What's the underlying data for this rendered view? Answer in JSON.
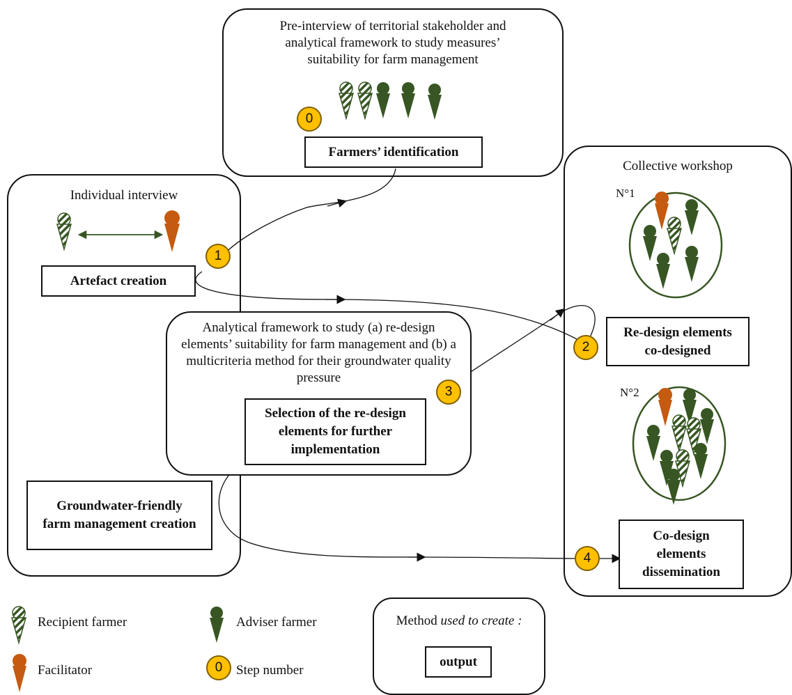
{
  "colors": {
    "adviser": "#375623",
    "recipient": "#375623",
    "facilitator": "#c55a11",
    "step_fill": "#ffc000",
    "stroke": "#111111"
  },
  "preinterview": {
    "title": "Pre-interview of territorial stakeholder and analytical framework to study measures’ suitability for farm management",
    "output": "Farmers’ identification",
    "step": "0"
  },
  "individual": {
    "title": "Individual interview",
    "output_artefact": "Artefact creation",
    "output_groundwater": "Groundwater-friendly farm management creation",
    "step": "1"
  },
  "analytical": {
    "title": "Analytical framework to study (a) re-design elements’ suitability for farm management and (b) a multicriteria method for their groundwater quality pressure",
    "output": "Selection of the re-design elements for further implementation",
    "step": "3"
  },
  "collective": {
    "title": "Collective workshop",
    "n1": "N°1",
    "n2": "N°2",
    "output_redesign": "Re-design elements co-designed",
    "output_codesign": "Co-design elements dissemination",
    "step2": "2",
    "step4": "4"
  },
  "legend": {
    "recipient": "Recipient farmer",
    "adviser": "Adviser farmer",
    "facilitator": "Facilitator",
    "step_example": "0",
    "step_label": "Step number",
    "method_prefix": "Method",
    "method_italic": "used to create :",
    "output": "output"
  }
}
